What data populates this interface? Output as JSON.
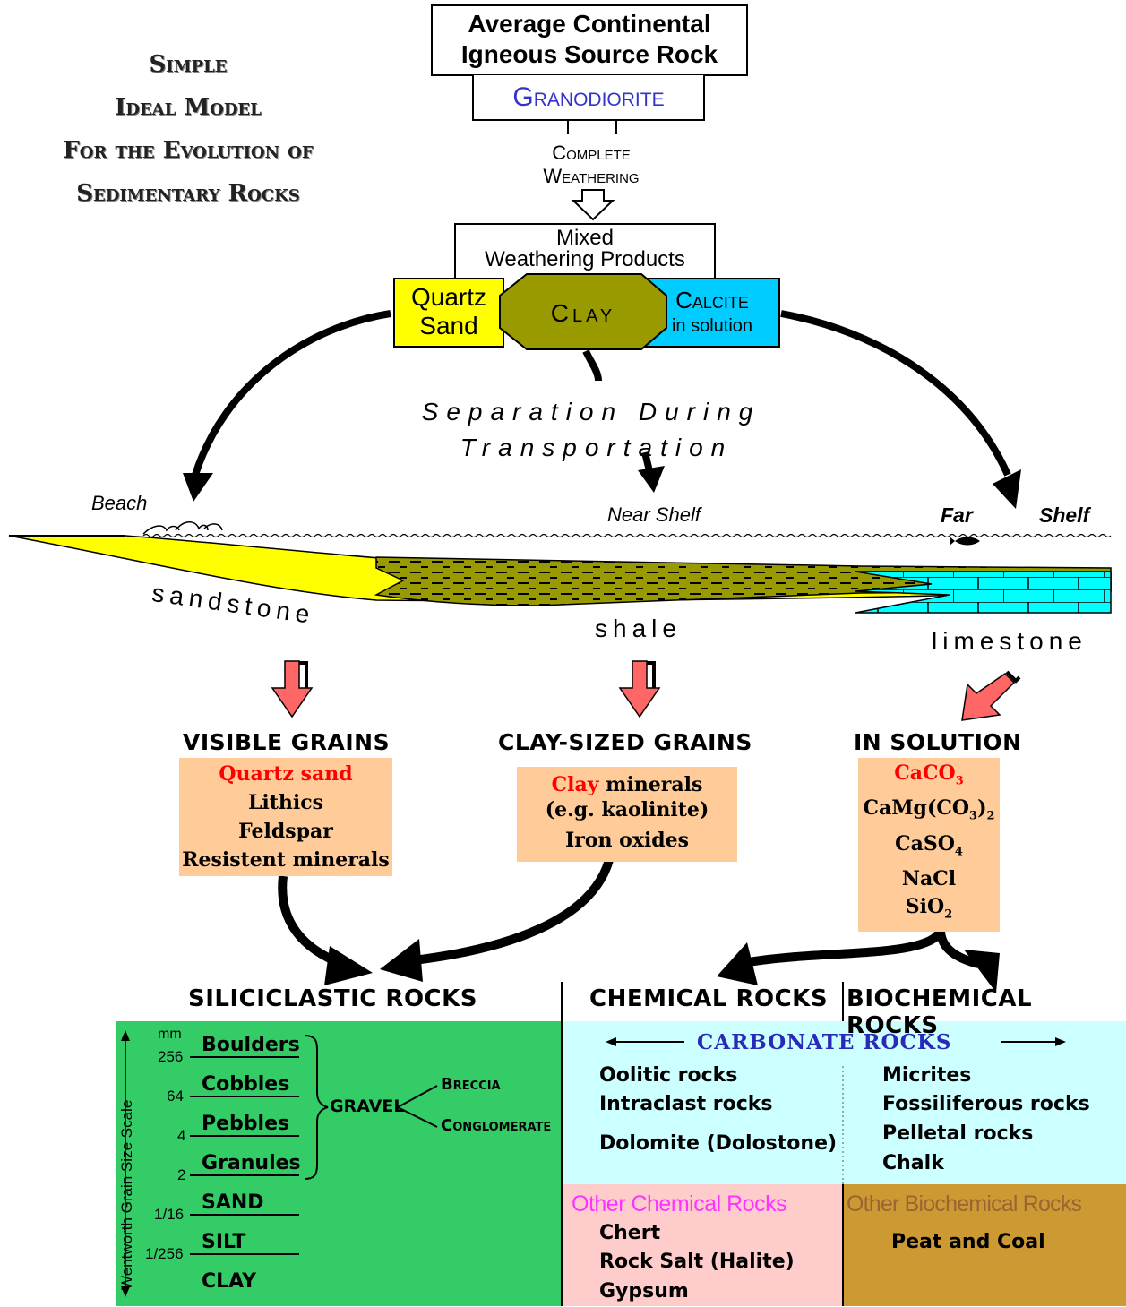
{
  "title": {
    "line1": "Simple",
    "line2": "Ideal Model",
    "line3": "For the Evolution of",
    "line4": "Sedimentary Rocks"
  },
  "source": {
    "line1": "Average Continental",
    "line2": "Igneous Source Rock",
    "rock": "Granodiorite",
    "process_line1": "Complete",
    "process_line2": "Weathering"
  },
  "products": {
    "label_line1": "Mixed",
    "label_line2": "Weathering Products",
    "quartz_line1": "Quartz",
    "quartz_line2": "Sand",
    "clay": "Clay",
    "calcite_line1": "Calcite",
    "calcite_line2": "in solution"
  },
  "transport": {
    "line1": "Separation During",
    "line2": "Transportation"
  },
  "environments": {
    "beach": "Beach",
    "near_shelf": "Near Shelf",
    "far": "Far",
    "shelf": "Shelf"
  },
  "rocks": {
    "sandstone": "sandstone",
    "shale": "shale",
    "limestone": "limestone"
  },
  "grains": {
    "visible": {
      "header": "VISIBLE GRAINS",
      "items": [
        "Quartz sand",
        "Lithics",
        "Feldspar",
        "Resistent minerals"
      ]
    },
    "clay": {
      "header": "CLAY-SIZED GRAINS",
      "item1_red": "Clay",
      "item1_rest": " minerals",
      "item2": "(e.g. kaolinite)",
      "item3": "Iron oxides"
    },
    "solution": {
      "header": "IN SOLUTION",
      "items": [
        "CaCO",
        "CaMg(CO",
        ")",
        "CaSO",
        "NaCl",
        "SiO"
      ]
    }
  },
  "categories": {
    "siliciclastic": "SILICICLASTIC ROCKS",
    "chemical": "CHEMICAL ROCKS",
    "biochemical": "BIOCHEMICAL ROCKS"
  },
  "wentworth": {
    "scale_label": "Wentworth Grain Size Scale",
    "unit": "mm",
    "ticks": [
      "256",
      "64",
      "4",
      "2",
      "1/16",
      "1/256"
    ],
    "classes": [
      "Boulders",
      "Cobbles",
      "Pebbles",
      "Granules",
      "SAND",
      "SILT",
      "CLAY"
    ],
    "gravel": "GRAVEL",
    "breccia": "Breccia",
    "conglomerate": "Conglomerate"
  },
  "carbonate": {
    "header": "CARBONATE ROCKS",
    "left": [
      "Oolitic rocks",
      "Intraclast rocks",
      "Dolomite (Dolostone)"
    ],
    "right": [
      "Micrites",
      "Fossiliferous rocks",
      "Pelletal rocks",
      "Chalk"
    ]
  },
  "other_chemical": {
    "header": "Other Chemical Rocks",
    "items": [
      "Chert",
      "Rock Salt (Halite)",
      "Gypsum"
    ]
  },
  "other_biochemical": {
    "header": "Other Biochemical Rocks",
    "items": [
      "Peat and Coal"
    ]
  },
  "colors": {
    "quartz": "#ffff00",
    "clay": "#999900",
    "calcite": "#00ccff",
    "orange_box": "#ffcc99",
    "siliciclastic_bg": "#33cc66",
    "carbonate_bg": "#ccffff",
    "other_chemical_bg": "#ffcccc",
    "other_biochemical_bg": "#cc9933",
    "arrow_red": "#ff6666",
    "granodiorite_text": "#3333cc",
    "carbonate_header": "#2a2ab8",
    "magenta_header": "#ff33ff",
    "brown_header": "#996633"
  }
}
